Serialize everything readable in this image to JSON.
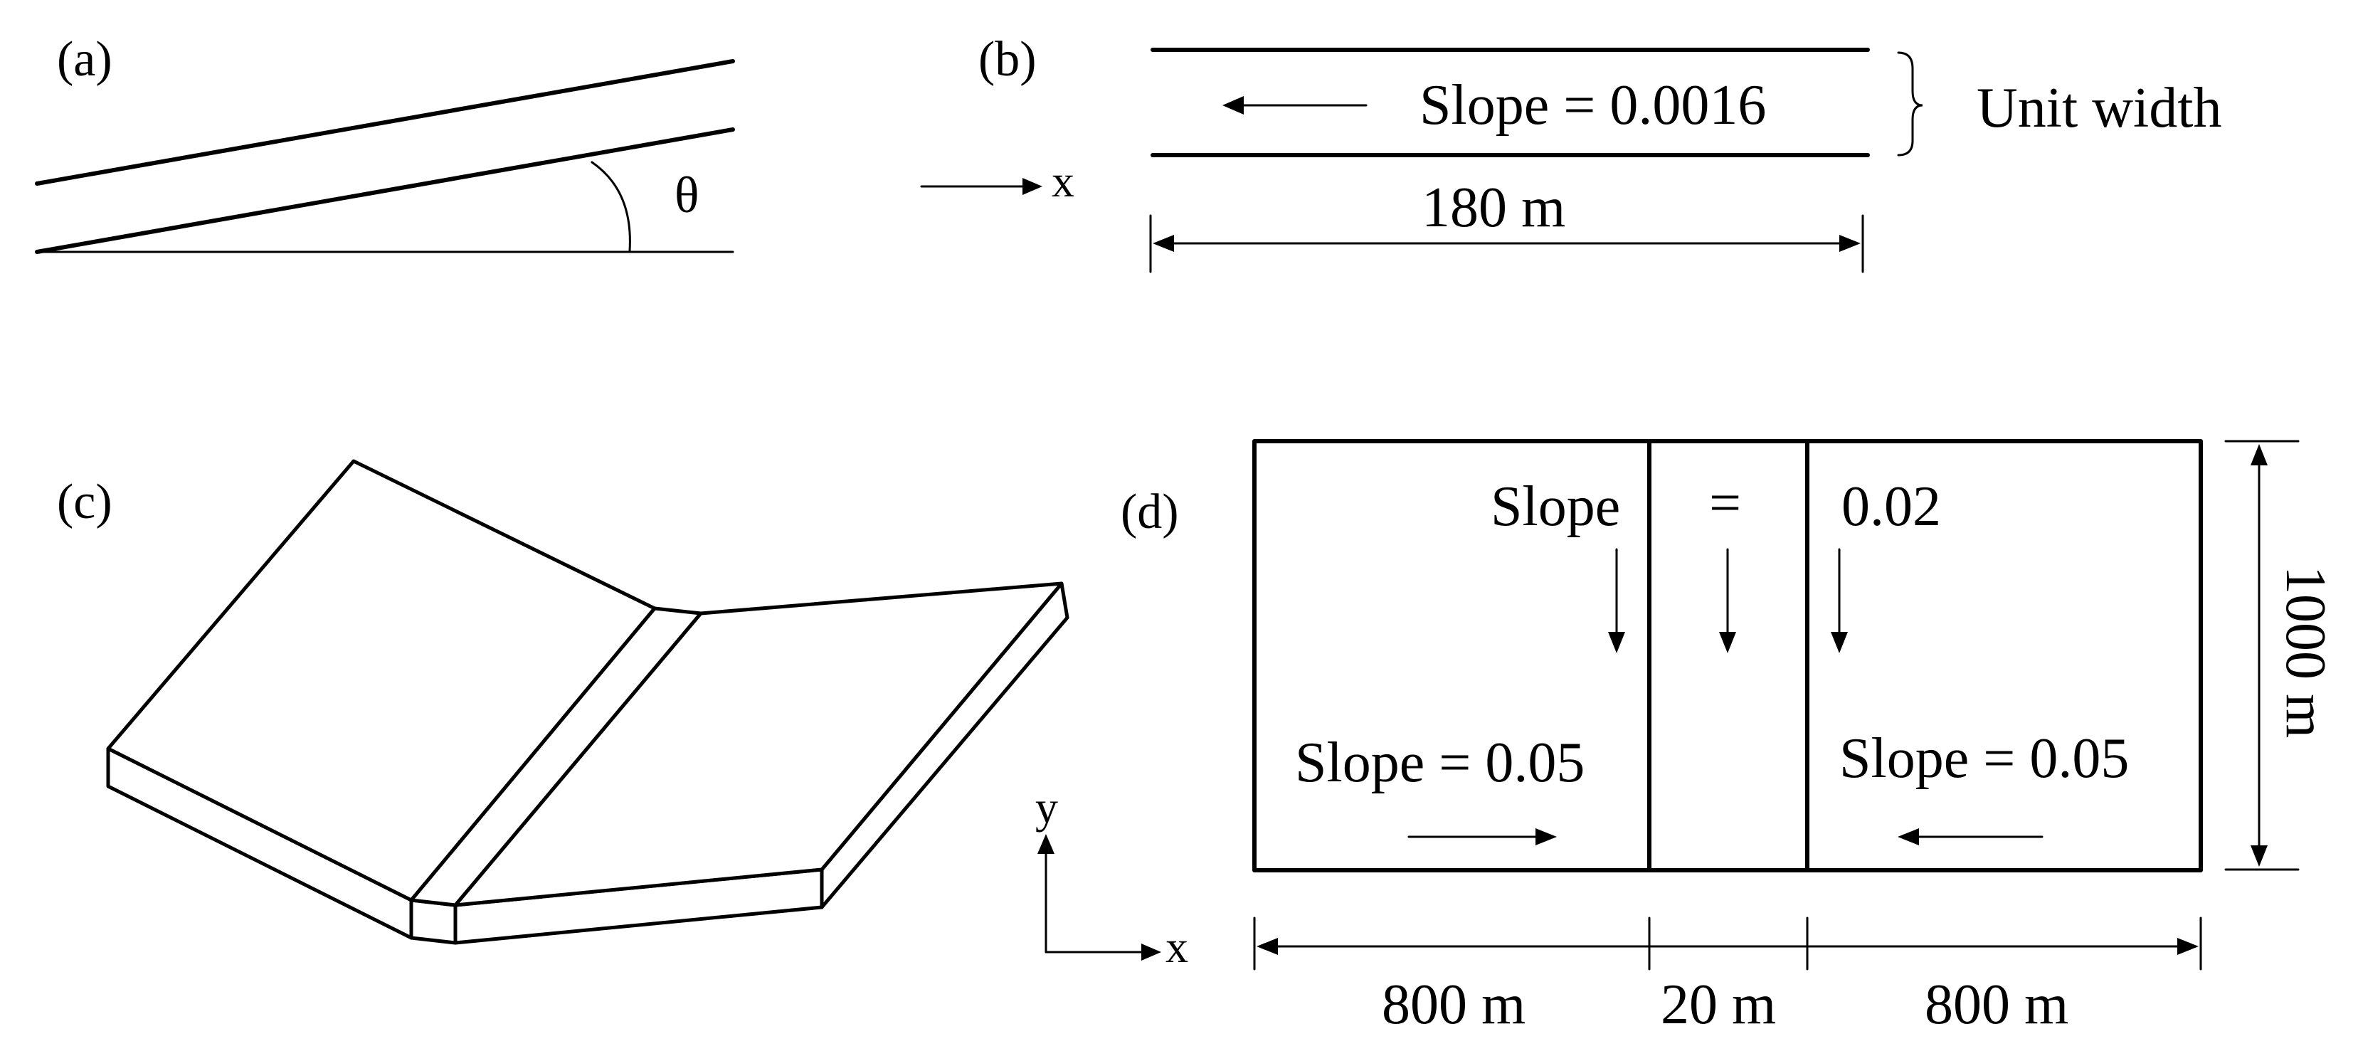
{
  "panels": {
    "a": {
      "label": "(a)",
      "angle_symbol": "θ"
    },
    "b": {
      "label": "(b)",
      "axis_label": "x",
      "slope_text": "Slope = 0.0016",
      "width_text": "Unit width",
      "length_text": "180 m"
    },
    "c": {
      "label": "(c)",
      "axis_y": "y",
      "axis_x": "x"
    },
    "d": {
      "label": "(d)",
      "top_word_1": "Slope",
      "top_word_2": "=",
      "top_word_3": "0.02",
      "left_slope": "Slope = 0.05",
      "right_slope": "Slope = 0.05",
      "height_text": "1000 m",
      "dim_left": "800 m",
      "dim_mid": "20 m",
      "dim_right": "800 m"
    }
  },
  "colors": {
    "line": "#000000",
    "background": "#ffffff"
  }
}
